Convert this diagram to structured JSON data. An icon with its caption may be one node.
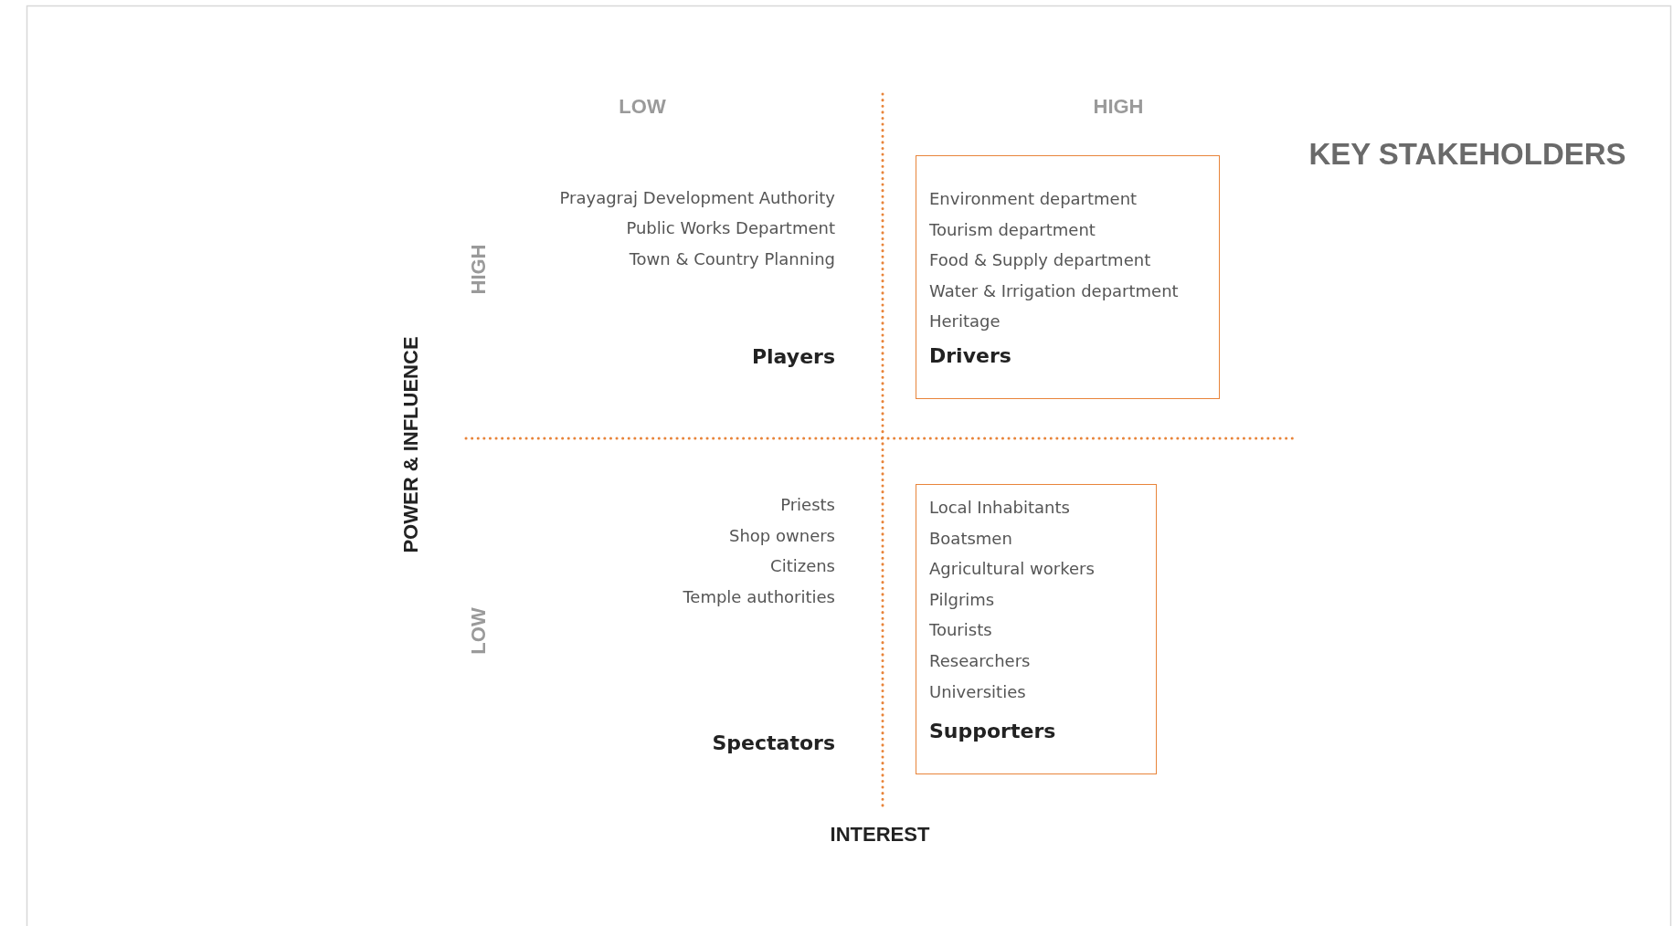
{
  "diagram": {
    "title": "KEY STAKEHOLDERS",
    "nodes": [
      {
        "text": [
          "Environment department",
          "Tourism department",
          "Food & Supply department",
          "Water & Irrigation department",
          "Heritage",
          "Drivers"
        ]
      },
      {
        "text": [
          "Local Inhabitants",
          "Boatsmen",
          "Agricultural workers",
          "Pilgrims",
          "Tourists",
          "Researchers",
          "Universities",
          "Supporters"
        ]
      }
    ],
    "labels": [
      "LOW",
      "HIGH",
      "Prayagraj Development Authority",
      "Public Works Department",
      "Town & Country Planning",
      "HIGH",
      "Players",
      "POWER & INFLUENCE",
      "Priests",
      "Shop owners",
      "Citizens",
      "Temple authorities",
      "LOW",
      "Spectators",
      "INTEREST"
    ]
  }
}
